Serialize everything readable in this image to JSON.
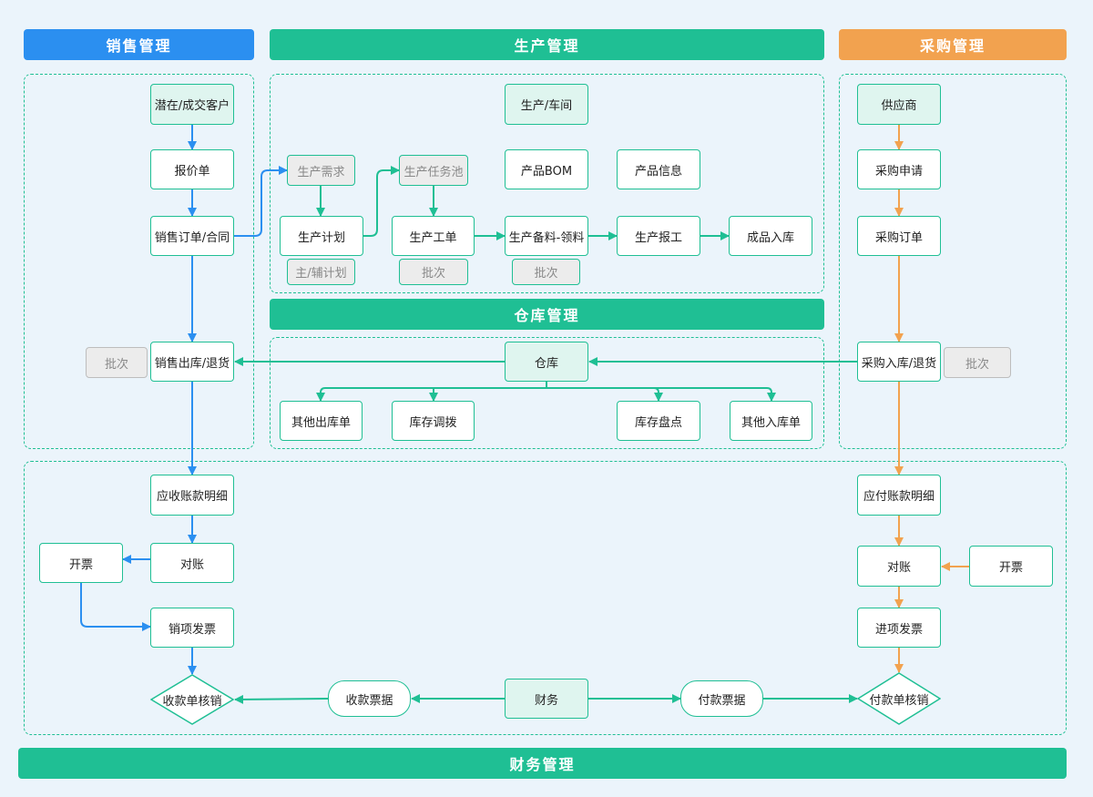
{
  "colors": {
    "sales": "#2b8ff0",
    "production": "#1fbf94",
    "purchase": "#f2a24f",
    "background": "#ebf4fb"
  },
  "headers": {
    "sales": "销售管理",
    "production": "生产管理",
    "warehouse": "仓库管理",
    "purchase": "采购管理",
    "finance": "财务管理"
  },
  "nodes": {
    "potential_customer": "潜在/成交客户",
    "quotation": "报价单",
    "sales_order": "销售订单/合同",
    "sales_outbound": "销售出库/退货",
    "sales_batch": "批次",
    "workshop": "生产/车间",
    "product_bom": "产品BOM",
    "product_info": "产品信息",
    "prod_demand": "生产需求",
    "prod_task_pool": "生产任务池",
    "prod_plan": "生产计划",
    "main_aux_plan": "主/辅计划",
    "work_order": "生产工单",
    "work_order_batch": "批次",
    "material_prep": "生产备料-领料",
    "material_batch": "批次",
    "prod_report": "生产报工",
    "finished_inbound": "成品入库",
    "warehouse": "仓库",
    "other_outbound": "其他出库单",
    "stock_transfer": "库存调拨",
    "stock_check": "库存盘点",
    "other_inbound": "其他入库单",
    "supplier": "供应商",
    "purchase_request": "采购申请",
    "purchase_order": "采购订单",
    "purchase_inbound": "采购入库/退货",
    "purchase_batch": "批次",
    "receivable_detail": "应收账款明细",
    "sales_reconcile": "对账",
    "sales_invoicing": "开票",
    "sales_invoice": "销项发票",
    "receipt_verify": "收款单核销",
    "receipt_bill": "收款票据",
    "finance": "财务",
    "payment_bill": "付款票据",
    "payment_verify": "付款单核销",
    "payable_detail": "应付账款明细",
    "purchase_reconcile": "对账",
    "purchase_invoicing": "开票",
    "purchase_invoice": "进项发票"
  }
}
